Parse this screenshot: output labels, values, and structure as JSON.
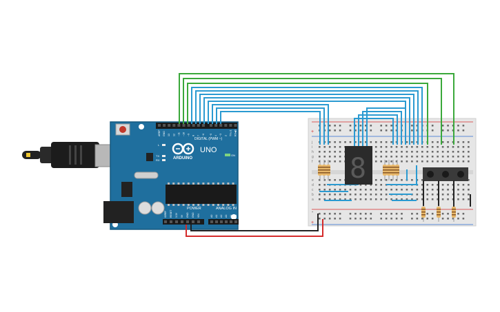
{
  "arduino": {
    "brand": "ARDUINO",
    "model": "UNO",
    "digital_label": "DIGITAL (PWM ~)",
    "power_label": "POWER",
    "analog_label": "ANALOG IN",
    "on_label": "ON",
    "led_labels": [
      "L",
      "TX",
      "RX"
    ],
    "digital_pins": [
      "AREF",
      "GND",
      "13",
      "12",
      "~11",
      "~10",
      "~9",
      "8",
      "7",
      "~6",
      "~5",
      "4",
      "~3",
      "2",
      "TX▱1",
      "RX◀0"
    ],
    "power_pins": [
      "IOREF",
      "RESET",
      "3.3V",
      "5V",
      "GND",
      "GND",
      "VIN"
    ],
    "analog_pins": [
      "A0",
      "A1",
      "A2",
      "A3",
      "A4",
      "A5"
    ]
  },
  "breadboard": {
    "row_letters": [
      "a",
      "b",
      "c",
      "d",
      "e",
      "f",
      "g",
      "h",
      "i",
      "j"
    ],
    "rail_plus": "+",
    "rail_minus": "-"
  },
  "display": {
    "digit": "8"
  },
  "colors": {
    "board": "#1f6f9e",
    "board_edge": "#17587e",
    "wire_green": "#3aa83a",
    "wire_blue": "#2a9ad1",
    "wire_red": "#d42a2a",
    "wire_black": "#222222",
    "resistor": "#e8b86a"
  }
}
